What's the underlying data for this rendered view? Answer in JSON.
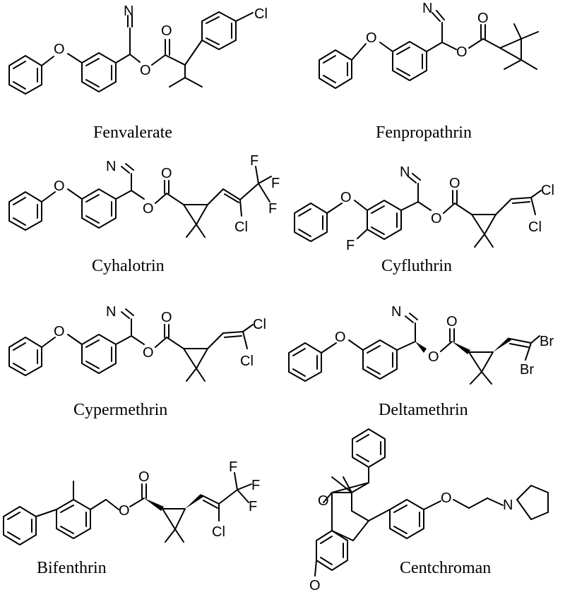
{
  "compounds": [
    {
      "name": "Fenvalerate"
    },
    {
      "name": "Fenpropathrin"
    },
    {
      "name": "Cyhalotrin"
    },
    {
      "name": "Cyfluthrin"
    },
    {
      "name": "Cypermethrin"
    },
    {
      "name": "Deltamethrin"
    },
    {
      "name": "Bifenthrin"
    },
    {
      "name": "Centchroman"
    }
  ],
  "atoms": {
    "O": "O",
    "N": "N",
    "Cl": "Cl",
    "F": "F",
    "Br": "Br"
  }
}
